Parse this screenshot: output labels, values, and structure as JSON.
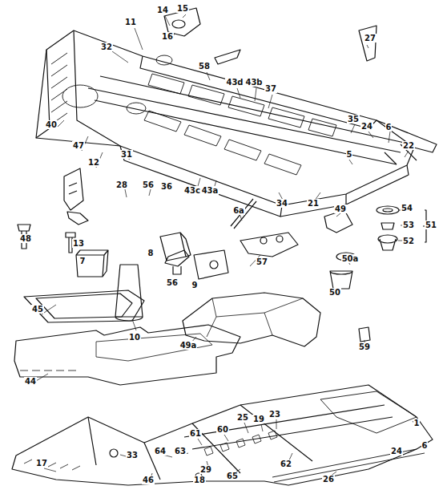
{
  "diagram": {
    "labels": [
      "11",
      "14",
      "15",
      "16",
      "32",
      "58",
      "27",
      "43d",
      "43b",
      "37",
      "35",
      "24",
      "6",
      "22",
      "40",
      "47",
      "12",
      "31",
      "28",
      "56",
      "36",
      "43c",
      "43a",
      "34",
      "21",
      "5",
      "49",
      "54",
      "53",
      "52",
      "51",
      "48",
      "13",
      "7",
      "8",
      "9",
      "6a",
      "57",
      "50a",
      "50",
      "10",
      "56",
      "45",
      "44",
      "49a",
      "59",
      "1",
      "25",
      "19",
      "23",
      "60",
      "61",
      "64",
      "63",
      "33",
      "17",
      "6",
      "24",
      "62",
      "29",
      "65",
      "26",
      "46",
      "18"
    ]
  }
}
